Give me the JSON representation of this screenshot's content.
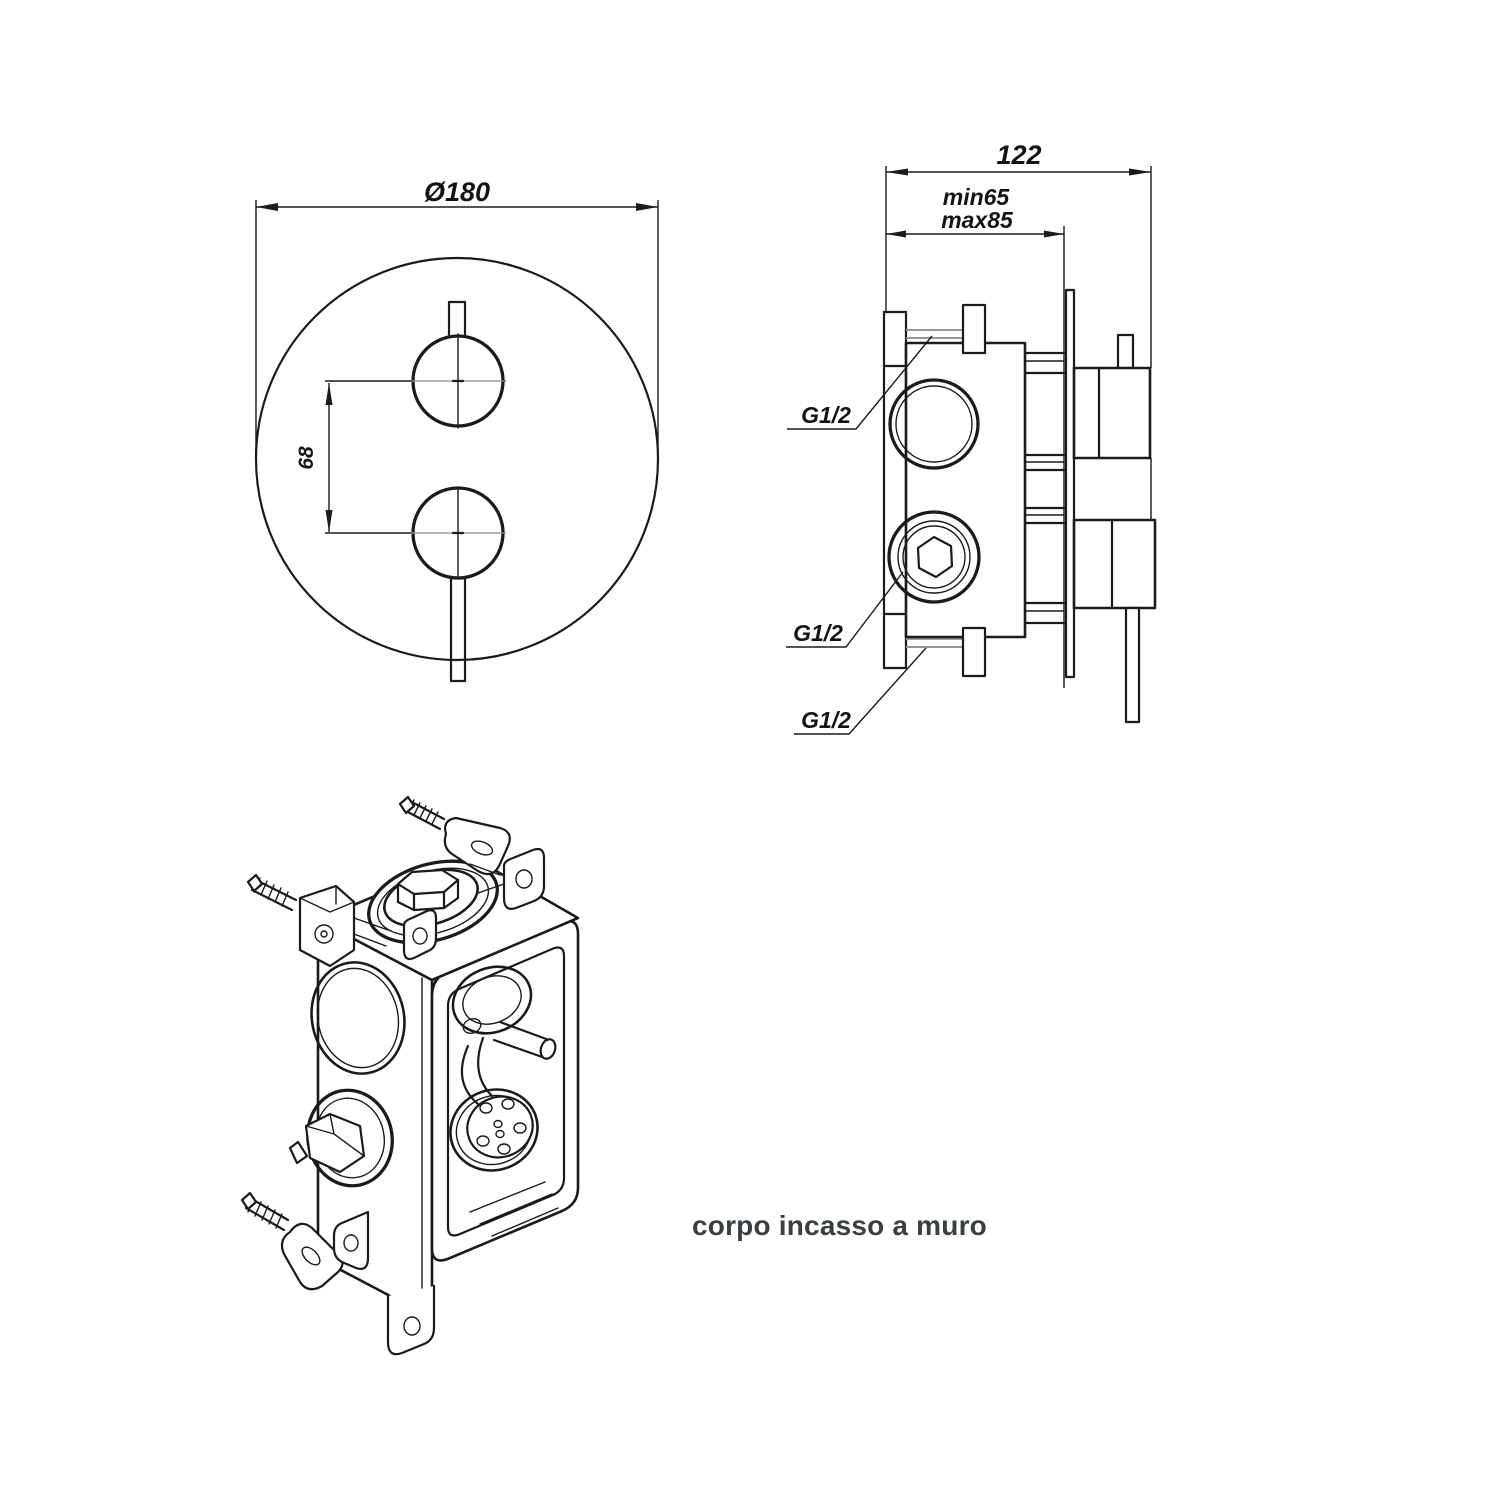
{
  "page": {
    "background": "#ffffff"
  },
  "palette": {
    "line_color": "#1b1b1b",
    "gray_line_color": "#979797",
    "caption_color": "#3a3f45"
  },
  "front_view": {
    "diameter_label": "Ø180",
    "handle_spacing_label": "68"
  },
  "side_view": {
    "width_label": "122",
    "depth_min_label": "min65",
    "depth_max_label": "max85",
    "port_labels": [
      "G1/2",
      "G1/2",
      "G1/2"
    ]
  },
  "caption": {
    "text": "corpo incasso a muro"
  }
}
